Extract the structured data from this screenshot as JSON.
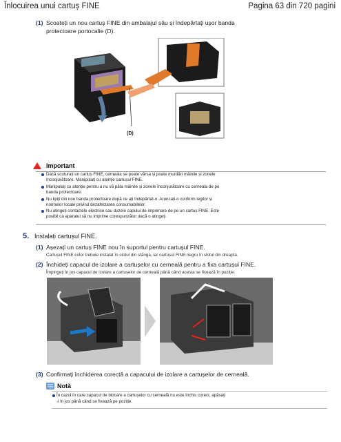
{
  "header": {
    "title": "Înlocuirea unui cartuș FINE",
    "page_info": "Pagina 63 din 720 pagini"
  },
  "step1": {
    "number": "(1)",
    "text_line1": "Scoateți un nou cartuș FINE din ambalajul său și îndepărtați ușor banda",
    "text_line2": "protectoare portocalie (D).",
    "callout": "(D)"
  },
  "important": {
    "title": "Important",
    "bullets": [
      [
        "Dacă scuturați un cartuș FINE, cerneala se poate vărsa și poate murdări mâinile și zonele",
        "înconjurătoare. Manipulați cu atenție cartușul FINE."
      ],
      [
        "Manipulați cu atenție pentru a nu vă păta mâinile și zonele înconjurătoare cu cerneala de pe",
        "banda protectoare."
      ],
      [
        "Nu lipiți din nou banda protectoare după ce ați îndepărtat-o. Aruncați-o conform legilor și",
        "normelor locale privind dezafectarea consumabilelor."
      ],
      [
        "Nu atingeți contactele electrice sau duzele capului de imprimare de pe un cartuș FINE. Este",
        "posibil ca aparatul să nu imprime corespunzător dacă o atingeți."
      ]
    ]
  },
  "step5": {
    "number": "5.",
    "text": "Instalați cartușul FINE.",
    "sub1": {
      "number": "(1)",
      "text": "Așezați un cartuș FINE nou în suportul pentru cartușul FINE.",
      "note": "Cartușul FINE color trebuie instalat în slotul din stânga, iar cartușul FINE negru în slotul din dreapta."
    },
    "sub2": {
      "number": "(2)",
      "text": "Închideți capacul de izolare a cartușelor cu cerneală pentru a fixa cartușul FINE.",
      "note": "Împingeți în jos capacul de izolare a cartușelor de cerneală până când acesta se fixează în poziție."
    },
    "sub3": {
      "number": "(3)",
      "text": "Confirmați închiderea corectă a capacului de izolare a cartușelor de cerneală."
    }
  },
  "note": {
    "title": "Notă",
    "line1": "În cazul în care capacul de blocare a cartușelor cu cerneală nu este închis corect, apăsați",
    "line2": "-l în jos până când se fixează pe poziție."
  },
  "colors": {
    "accent": "#1f3c8f",
    "warning": "#e8231f",
    "tape": "#e07a2a"
  }
}
